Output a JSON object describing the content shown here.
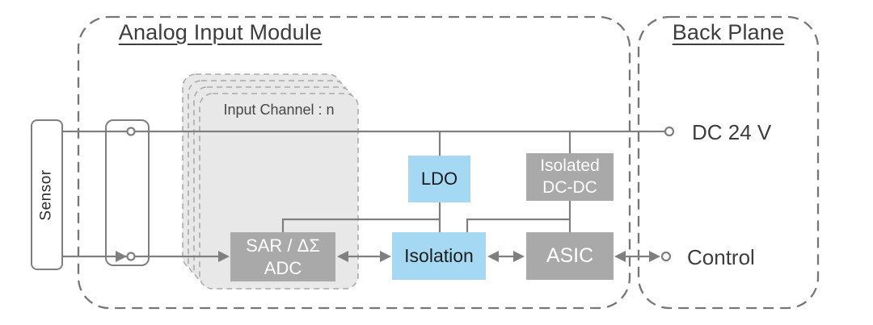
{
  "colors": {
    "accent_blue": "#a5d8f3",
    "box_gray": "#a9a9a9",
    "line_gray": "#7f7f7f",
    "panel_gray": "#e8e8e8",
    "dash_gray": "#767676",
    "text_dark": "#3d3d3d"
  },
  "groups": {
    "analog_input_module": {
      "title": "Analog Input Module"
    },
    "back_plane": {
      "title": "Back Plane"
    }
  },
  "nodes": {
    "sensor": {
      "label": "Sensor"
    },
    "input_channel": {
      "label": "Input Channel : n"
    },
    "adc": {
      "line1": "SAR / ΔΣ",
      "line2": "ADC"
    },
    "ldo": {
      "label": "LDO"
    },
    "isolation": {
      "label": "Isolation"
    },
    "isolated_dcdc": {
      "line1": "Isolated",
      "line2": "DC-DC"
    },
    "asic": {
      "label": "ASIC"
    }
  },
  "ports": {
    "dc24v": {
      "label": "DC 24 V"
    },
    "control": {
      "label": "Control"
    }
  }
}
